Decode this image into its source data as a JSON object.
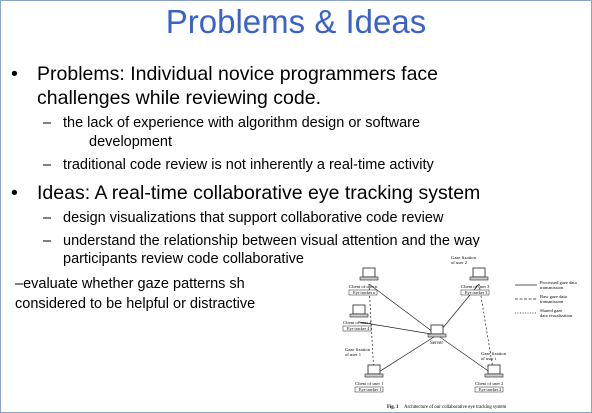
{
  "title": "Problems & Ideas",
  "bullets": {
    "b1_marker": "•",
    "b1_l1": "Problems: Individual novice programmers face",
    "b1_l2": "challenges while reviewing code.",
    "s1_marker": "–",
    "s1_l1": "the lack of experience with algorithm design  or      software",
    "s1_l2": "development",
    "s2_marker": "–",
    "s2_l1": "traditional code review is not inherently a real-time activity",
    "b2_marker": "•",
    "b2_l1": "Ideas: A  real-time collaborative  eye  tracking  system",
    "s3_marker": "–",
    "s3_l1": "design visualizations that  support collaborative code review",
    "s4_marker": "–",
    "s4_l1": "understand the relationship between visual attention and the way",
    "s4_l2": "participants review code collaborative",
    "s5_l1": "–evaluate whether gaze patterns sh",
    "s5_l2": "considered to be  helpful or distractive"
  },
  "figure": {
    "gaze_user2": "Gaze fixation",
    "gaze_user2_b": "of user 2",
    "client_n": "Client of user n",
    "eye_n": "Eye tracker n",
    "client_3": "Client of user 3",
    "eye_3": "Eye tracker 3",
    "client_4": "Client of user 4",
    "eye_4": "Eye tracker 4",
    "server": "Server",
    "gaze_user1": "Gaze fixation",
    "gaze_user1_b": "of user 1",
    "gaze_useri": "Gaze fixation",
    "gaze_useri_b": "of user i",
    "client_1": "Client of user 1",
    "eye_1": "Eye tracker 1",
    "client_2": "Client of user 2",
    "eye_2": "Eye tracker 2",
    "legend1a": "Processed gaze data",
    "legend1b": "transmission",
    "legend2a": "Raw gaze data",
    "legend2b": "transmission",
    "legend3a": "Shared gaze",
    "legend3b": "data visualization",
    "caption_bold": "Fig. 1",
    "caption": "Architecture of our collaborative eye tracking system"
  }
}
